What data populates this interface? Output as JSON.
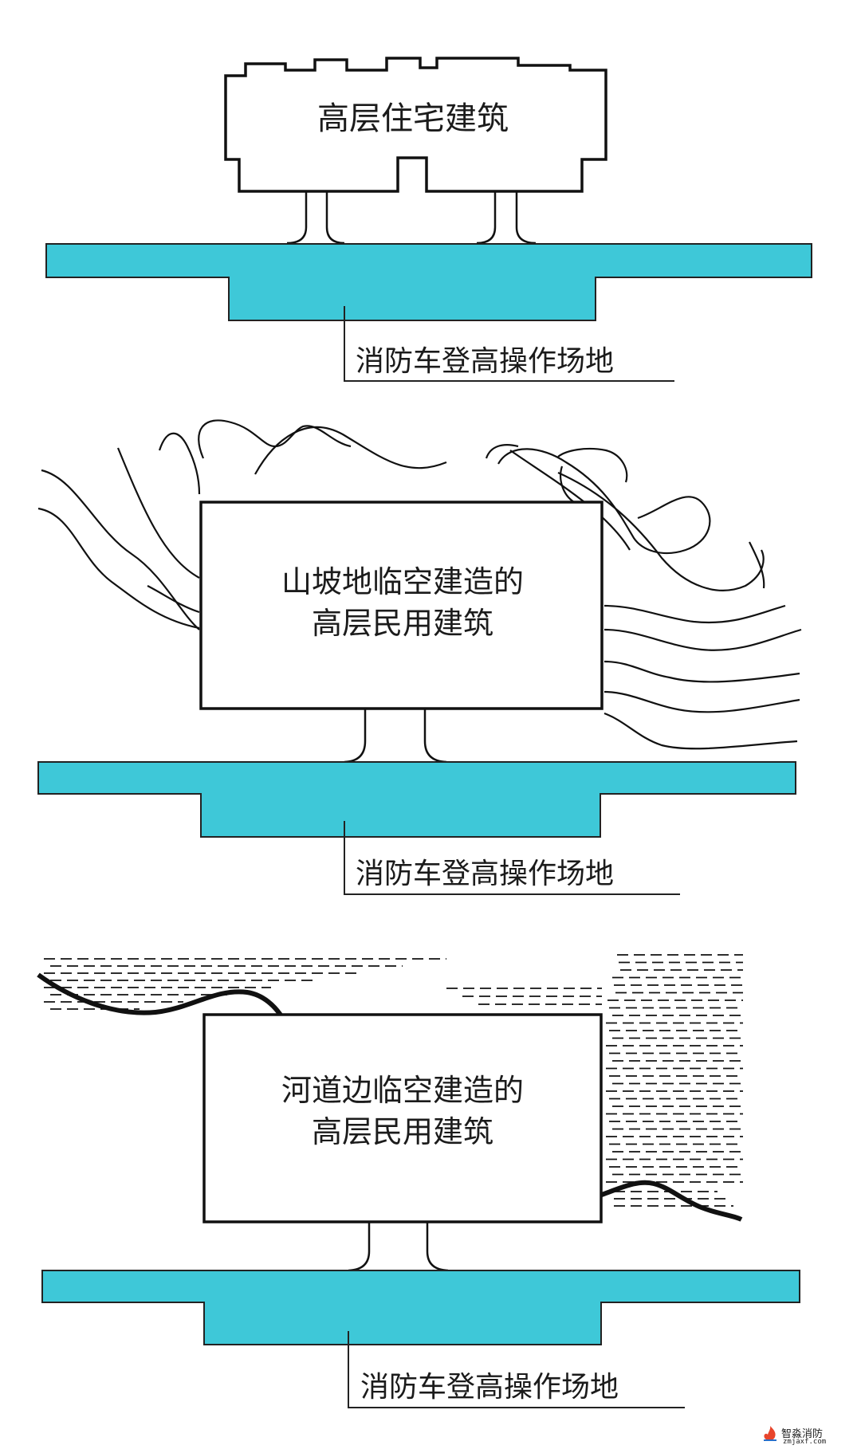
{
  "panels": [
    {
      "building_label": [
        "高层住宅建筑"
      ],
      "site_label": "消防车登高操作场地"
    },
    {
      "building_label": [
        "山坡地临空建造的",
        "高层民用建筑"
      ],
      "site_label": "消防车登高操作场地"
    },
    {
      "building_label": [
        "河道边临空建造的",
        "高层民用建筑"
      ],
      "site_label": "消防车登高操作场地"
    }
  ],
  "colors": {
    "road": "#3ec8d8",
    "outline": "#111111",
    "background": "#ffffff"
  },
  "watermark": {
    "name": "智淼消防",
    "url": "zmjaxf.com"
  }
}
